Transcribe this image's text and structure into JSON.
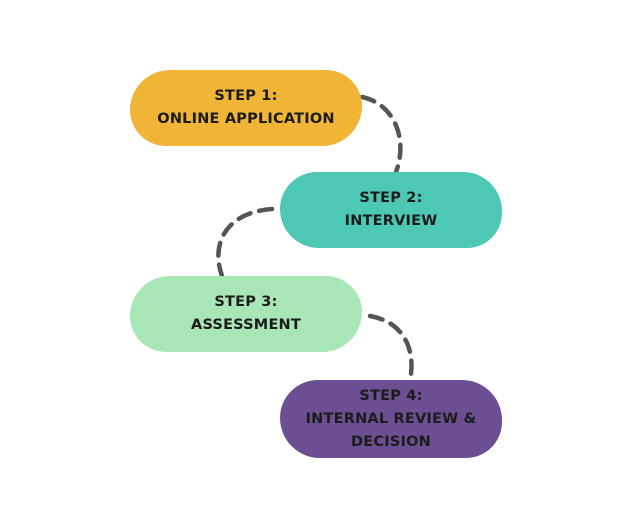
{
  "steps": [
    {
      "lines": [
        "STEP 1:",
        "ONLINE APPLICATION"
      ],
      "color": "#F0B436"
    },
    {
      "lines": [
        "STEP 2:",
        "INTERVIEW"
      ],
      "color": "#4DC8B4"
    },
    {
      "lines": [
        "STEP 3:",
        "ASSESSMENT"
      ],
      "color": "#A9E6B6"
    },
    {
      "lines": [
        "STEP 4:",
        "INTERNAL REVIEW &",
        "DECISION"
      ],
      "color": "#6C4E92"
    }
  ],
  "connector_color": "#555555"
}
